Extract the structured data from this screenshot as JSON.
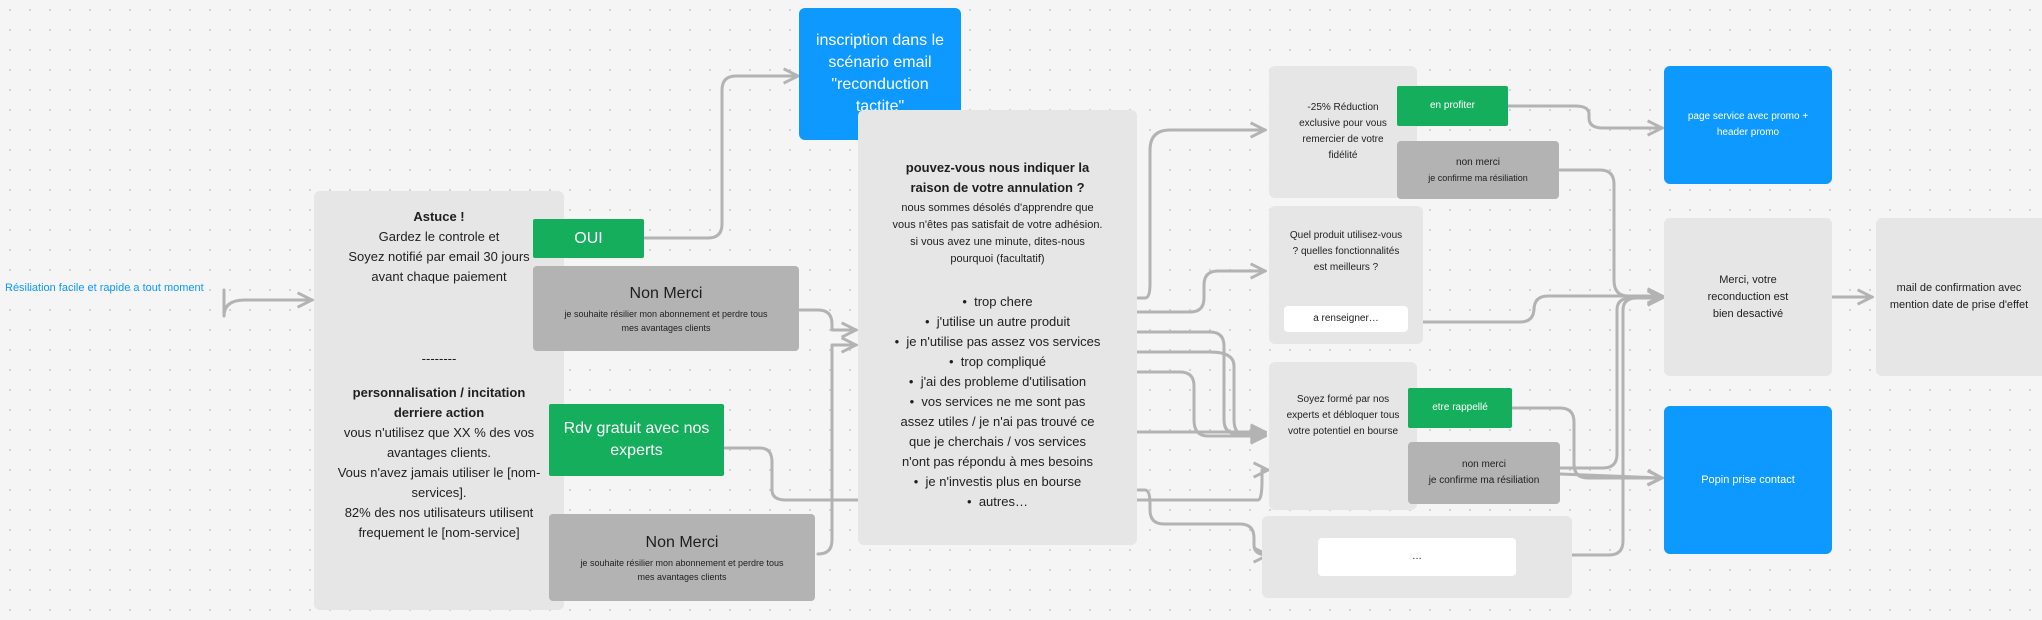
{
  "start_label": "Résiliation facile et rapide a tout moment",
  "astuce": {
    "title": "Astuce !",
    "lines": [
      "Gardez le controle et",
      "Soyez notifié par email 30 jours",
      "avant chaque paiement"
    ],
    "separator": "--------",
    "perso_title": "personnalisation / incitation derriere action",
    "perso_lines": [
      "vous n'utilisez que XX % des vos avantages clients.",
      "Vous n'avez jamais utiliser le [nom-services].",
      "82% des nos utilisateurs utilisent frequement le [nom-service]"
    ]
  },
  "oui": {
    "label": "OUI"
  },
  "non_merci_1": {
    "title": "Non Merci",
    "sub": "je souhaite résilier mon abonnement et perdre tous mes avantages clients"
  },
  "rdv": {
    "label": "Rdv gratuit avec nos experts"
  },
  "non_merci_2": {
    "title": "Non Merci",
    "sub": "je souhaite résilier mon abonnement et perdre tous mes avantages clients"
  },
  "inscription": {
    "label": "inscription dans le scénario email \"reconduction tactite\""
  },
  "raison": {
    "title": "pouvez-vous nous indiquer la raison de votre annulation ?",
    "subtitle": "nous sommes désolés d'apprendre que vous n'êtes pas satisfait de votre adhésion. si vous avez une minute, dites-nous pourquoi (facultatif)",
    "options": [
      "trop chere",
      "j'utilise un autre produit",
      "je n'utilise pas assez vos services",
      "trop compliqué",
      "j'ai des probleme d'utilisation",
      "vos services ne me sont pas assez utiles / je n'ai pas trouvé ce que je cherchais / vos services n'ont pas répondu à mes besoins",
      "je n'investis plus en bourse",
      "autres…"
    ]
  },
  "reduction": {
    "text": "-25% Réduction exclusive pour vous remercier de votre fidélité",
    "profiter": "en profiter",
    "non_merci": "non merci",
    "confirm": "je confirme ma résiliation"
  },
  "produit": {
    "text": "Quel produit utilisez-vous ? quelles fonctionnalités est meilleurs ?",
    "input": "a renseigner…"
  },
  "forme": {
    "text": "Soyez formé par nos experts et débloquer tous votre potentiel en bourse",
    "rappelle": "etre rappellé",
    "non_merci": "non merci",
    "confirm": "je confirme ma résiliation"
  },
  "autres": {
    "input": "…"
  },
  "page_service": {
    "label": "page service avec promo + header promo"
  },
  "merci": {
    "label": "Merci, votre reconduction est bien desactivé"
  },
  "mail": {
    "label": "mail de confirmation avec mention date de prise d'effet"
  },
  "popin": {
    "label": "Popin prise contact"
  },
  "colors": {
    "blue": "#0d99ff",
    "green": "#14ae5c",
    "grey": "#e6e6e6",
    "dark_grey": "#b3b3b3",
    "connector": "#b3b3b3"
  }
}
